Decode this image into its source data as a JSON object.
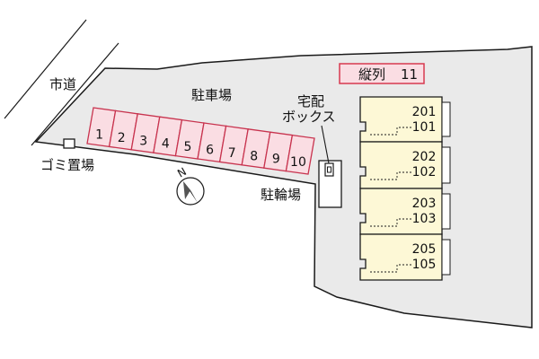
{
  "colors": {
    "lot_fill": "#eaeaea",
    "outline": "#1a1a1a",
    "parking_fill": "#fadde3",
    "parking_stroke": "#c8344f",
    "building_fill": "#fdf8d6",
    "badge_stroke": "#d8394f"
  },
  "labels": {
    "city_road": "市道",
    "parking_lot": "駐車場",
    "garbage_area": "ゴミ置場",
    "bicycle_parking": "駐輪場",
    "delivery_box_line1": "宅配",
    "delivery_box_line2": "ボックス",
    "compass_letter": "N"
  },
  "badge": {
    "label": "縦列",
    "value": "11"
  },
  "parking_slots": [
    "1",
    "2",
    "3",
    "4",
    "5",
    "6",
    "7",
    "8",
    "9",
    "10"
  ],
  "building_units": [
    {
      "upper": "201",
      "lower": "101"
    },
    {
      "upper": "202",
      "lower": "102"
    },
    {
      "upper": "203",
      "lower": "103"
    },
    {
      "upper": "205",
      "lower": "105"
    }
  ],
  "icons": {
    "compass": "north-arrow-icon",
    "garbage": "garbage-box-icon",
    "delivery_box": "delivery-box-icon"
  }
}
